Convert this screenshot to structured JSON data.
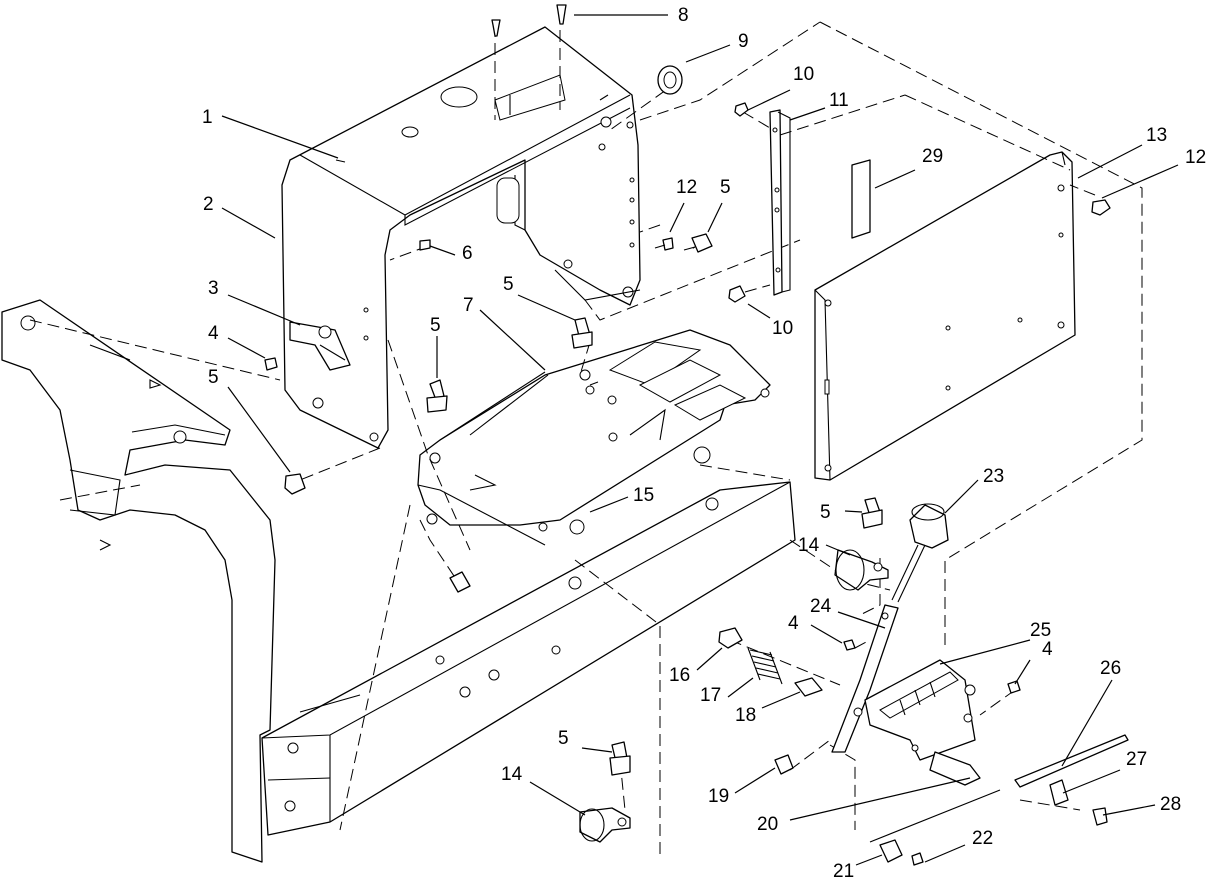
{
  "callouts": [
    "1",
    "2",
    "3",
    "4",
    "4",
    "4",
    "5",
    "5",
    "5",
    "5",
    "5",
    "5",
    "6",
    "7",
    "8",
    "9",
    "10",
    "10",
    "11",
    "12",
    "12",
    "13",
    "14",
    "14",
    "15",
    "16",
    "17",
    "18",
    "19",
    "20",
    "21",
    "22",
    "23",
    "24",
    "25",
    "26",
    "27",
    "28",
    "29"
  ]
}
